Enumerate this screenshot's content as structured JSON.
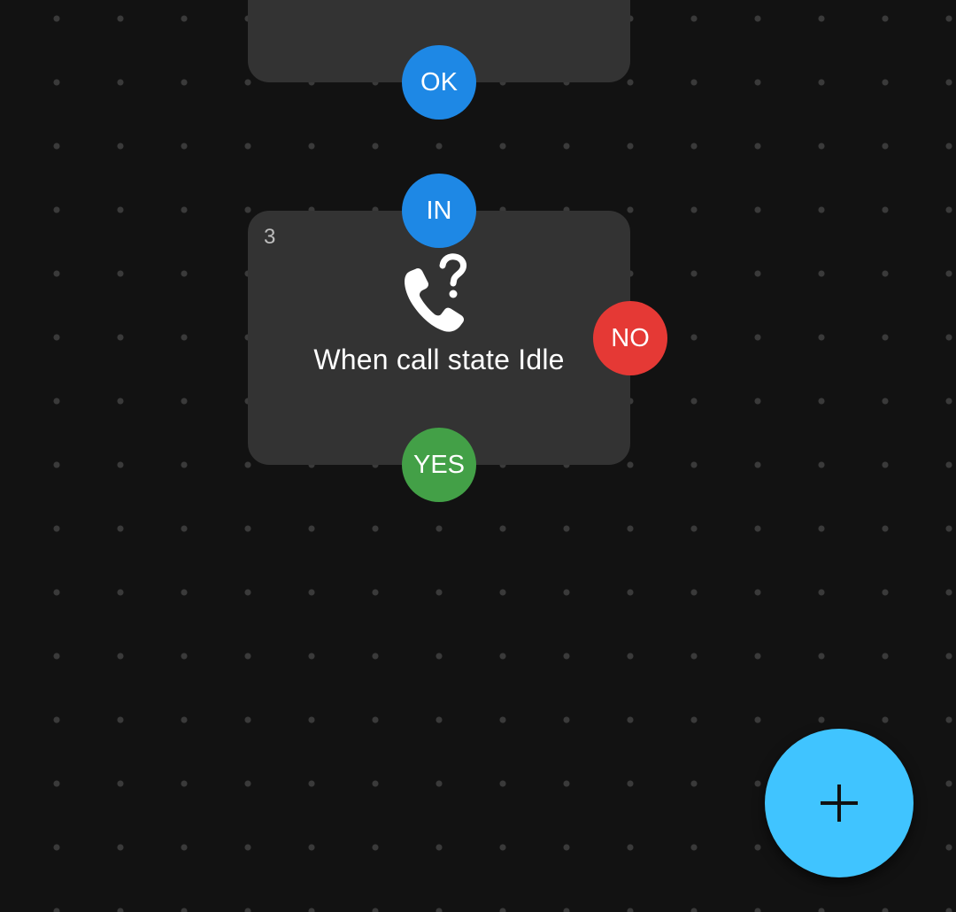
{
  "colors": {
    "background": "#121212",
    "block": "#333333",
    "port_blue": "#1e88e5",
    "port_red": "#e53935",
    "port_green": "#43a047",
    "fab": "#40c4ff"
  },
  "blocks": [
    {
      "ports": {
        "out": "OK"
      }
    },
    {
      "number": "3",
      "icon": "phone-question-icon",
      "label": "When call state Idle",
      "ports": {
        "in": "IN",
        "no": "NO",
        "yes": "YES"
      }
    }
  ],
  "fab": {
    "icon": "plus-icon"
  }
}
